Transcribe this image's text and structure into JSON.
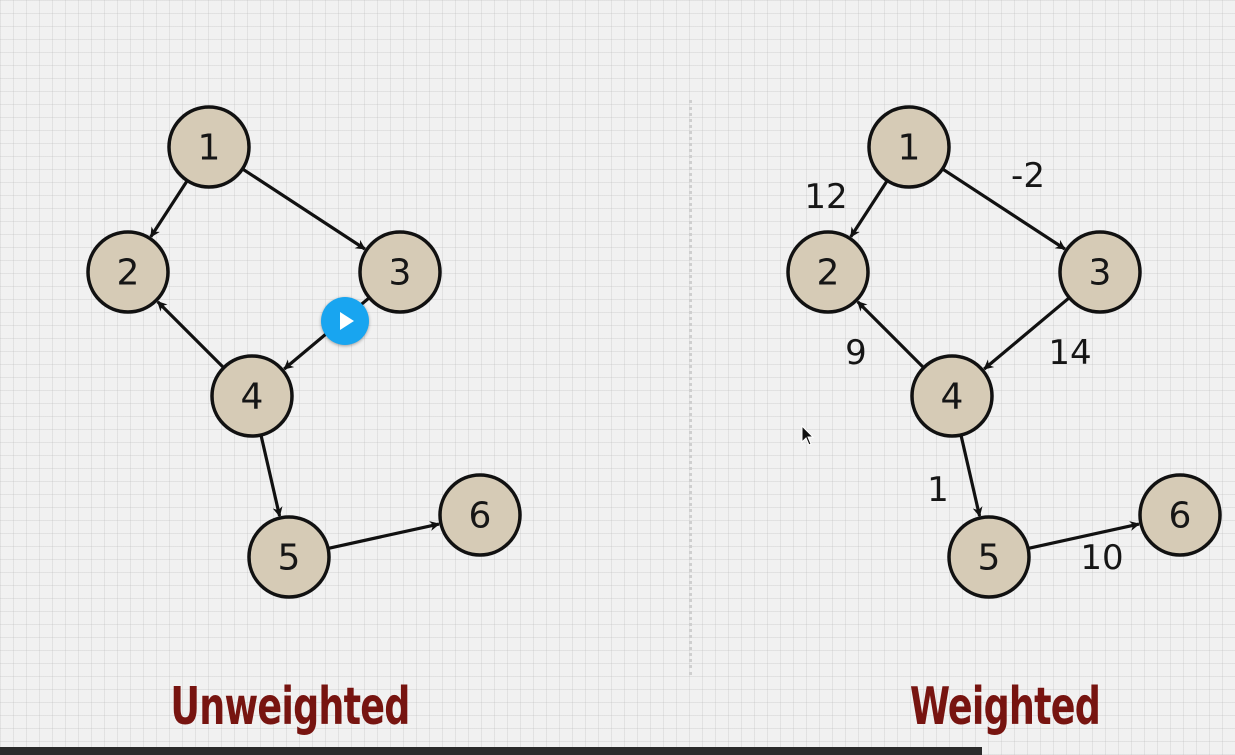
{
  "diagrams": [
    {
      "caption": "Unweighted",
      "nodes": [
        {
          "id": "1",
          "label": "1"
        },
        {
          "id": "2",
          "label": "2"
        },
        {
          "id": "3",
          "label": "3"
        },
        {
          "id": "4",
          "label": "4"
        },
        {
          "id": "5",
          "label": "5"
        },
        {
          "id": "6",
          "label": "6"
        }
      ],
      "edges": [
        {
          "from": "1",
          "to": "2"
        },
        {
          "from": "1",
          "to": "3"
        },
        {
          "from": "3",
          "to": "4"
        },
        {
          "from": "4",
          "to": "2"
        },
        {
          "from": "4",
          "to": "5"
        },
        {
          "from": "5",
          "to": "6"
        }
      ]
    },
    {
      "caption": "Weighted",
      "nodes": [
        {
          "id": "1",
          "label": "1"
        },
        {
          "id": "2",
          "label": "2"
        },
        {
          "id": "3",
          "label": "3"
        },
        {
          "id": "4",
          "label": "4"
        },
        {
          "id": "5",
          "label": "5"
        },
        {
          "id": "6",
          "label": "6"
        }
      ],
      "edges": [
        {
          "from": "1",
          "to": "2",
          "weight": "12"
        },
        {
          "from": "1",
          "to": "3",
          "weight": "-2"
        },
        {
          "from": "3",
          "to": "4",
          "weight": "14"
        },
        {
          "from": "4",
          "to": "2",
          "weight": "9"
        },
        {
          "from": "4",
          "to": "5",
          "weight": "1"
        },
        {
          "from": "5",
          "to": "6",
          "weight": "10"
        }
      ]
    }
  ],
  "colors": {
    "node_fill": "#d6cbb6",
    "node_stroke": "#111111",
    "caption": "#771410",
    "play_button": "#18a5f0"
  },
  "icons": [
    "play-icon",
    "mouse-cursor-icon"
  ]
}
